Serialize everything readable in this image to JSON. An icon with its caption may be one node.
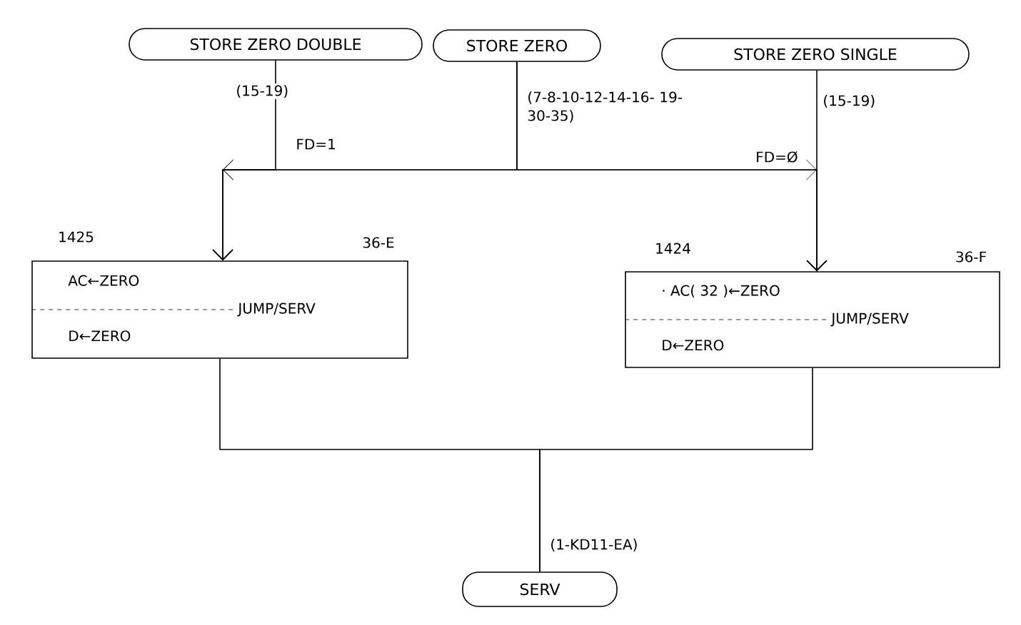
{
  "diagram": {
    "nodes": [
      {
        "text": [
          "STORE ZERO DOUBLE"
        ]
      },
      {
        "text": [
          "STORE ZERO"
        ]
      },
      {
        "text": [
          "STORE ZERO SINGLE"
        ]
      },
      {
        "text": [
          "AC←ZERO",
          "JUMP/SERV",
          "D←ZERO"
        ],
        "beside": [
          "1425",
          "36-E"
        ]
      },
      {
        "text": [
          "· AC( 32 )←ZERO",
          "JUMP/SERV",
          "D←ZERO"
        ],
        "beside": [
          "1424",
          "36-F"
        ]
      },
      {
        "text": [
          "SERV"
        ]
      }
    ],
    "edges": [
      {
        "from": 0,
        "to": 3,
        "arrow": "to",
        "label": "(15-19)"
      },
      {
        "from": 1,
        "to": 3,
        "arrow": "to",
        "label": "FD=1"
      },
      {
        "from": 1,
        "to": 4,
        "arrow": "to",
        "label": "FD=Ø"
      },
      {
        "from": 2,
        "to": 4,
        "arrow": "to",
        "label": "(15-19)"
      },
      {
        "from": 3,
        "to": 5,
        "arrow": "none"
      },
      {
        "from": 4,
        "to": 5,
        "arrow": "none"
      }
    ],
    "labels": [
      "(7-8-10-12-14-16- 19-30-35)",
      "(1-KD11-EA)"
    ]
  }
}
